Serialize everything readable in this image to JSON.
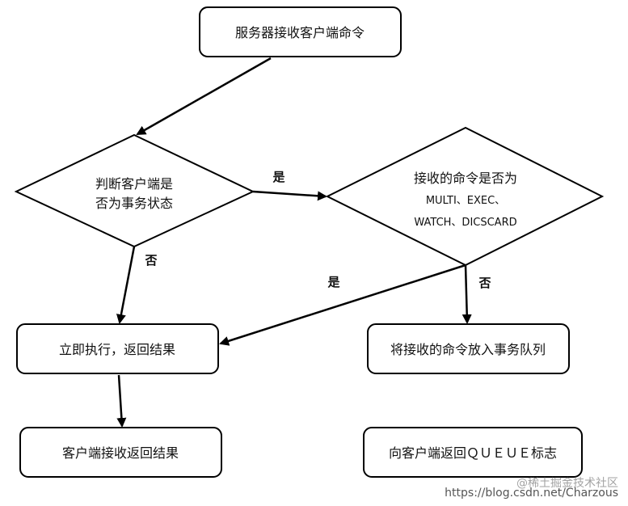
{
  "nodes": {
    "receive_command": "服务器接收客户端命令",
    "check_transaction_line1": "判断客户端是",
    "check_transaction_line2": "否为事务状态",
    "check_command_line1": "接收的命令是否为",
    "check_command_line2": "MULTI、EXEC、",
    "check_command_line3": "WATCH、DICSCARD",
    "execute_return": "立即执行，返回结果",
    "enqueue_command": "将接收的命令放入事务队列",
    "client_receive_result": "客户端接收返回结果",
    "client_receive_queued": "向客户端返回ＱＵＥＵＥ标志"
  },
  "edge_labels": {
    "yes_to_command_check": "是",
    "no_to_execute": "否",
    "yes_to_execute": "是",
    "no_to_enqueue": "否"
  },
  "watermark": {
    "line1": "@稀土掘金技术社区",
    "line2": "https://blog.csdn.net/Charzous"
  }
}
